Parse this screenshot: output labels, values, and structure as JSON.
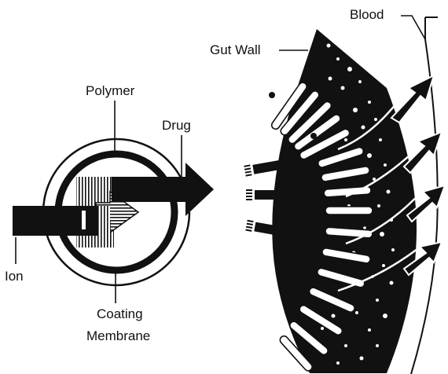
{
  "labels": {
    "blood": "Blood",
    "gut_wall": "Gut Wall",
    "polymer": "Polymer",
    "drug": "Drug",
    "ion": "Ion",
    "coating": "Coating",
    "membrane": "Membrane"
  },
  "colors": {
    "ink": "#111111",
    "paper": "#ffffff"
  },
  "icons": {
    "drug_arrow": "right-arrow",
    "ion_arrow": "right-arrow",
    "absorption_arrows": "right-arrow",
    "blood_arrows": "up-right-arrow"
  }
}
